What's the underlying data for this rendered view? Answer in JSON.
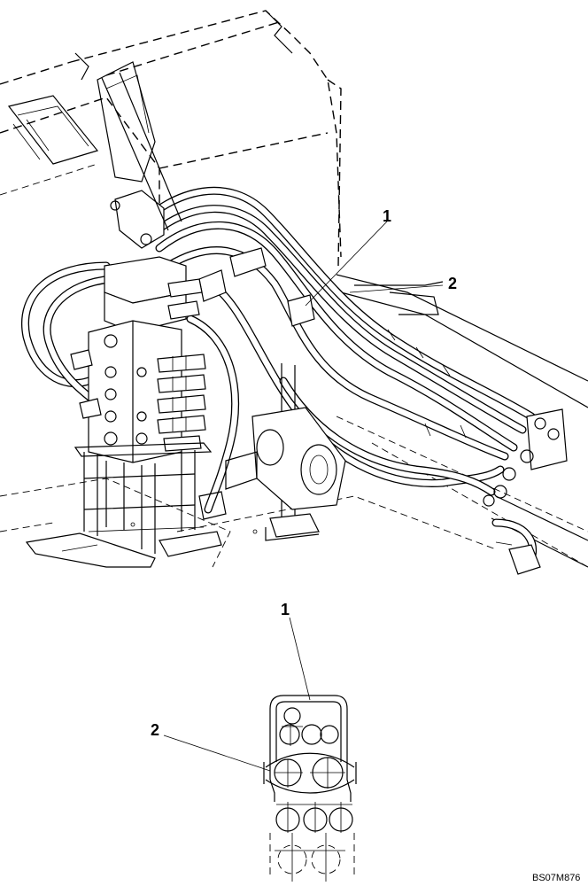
{
  "callouts": {
    "main_view": [
      {
        "number": "1"
      },
      {
        "number": "2"
      }
    ],
    "detail_view": [
      {
        "number": "1"
      },
      {
        "number": "2"
      }
    ]
  },
  "reference_code": "BS07M876"
}
